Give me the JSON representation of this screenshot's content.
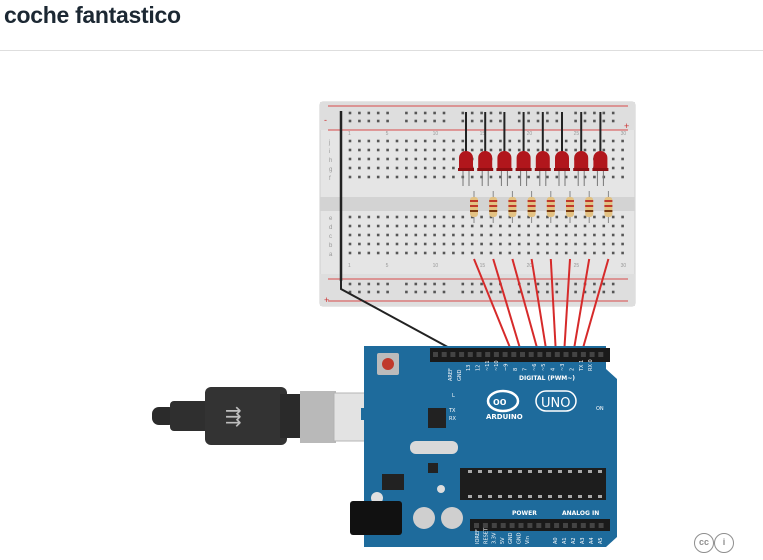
{
  "page": {
    "title": "coche fantastico"
  },
  "breadboard": {
    "row_letters_top": [
      "j",
      "i",
      "h",
      "g",
      "f"
    ],
    "row_letters_bottom": [
      "e",
      "d",
      "c",
      "b",
      "a"
    ],
    "column_numbers": [
      "1",
      "5",
      "10",
      "15",
      "20",
      "25",
      "30"
    ]
  },
  "arduino": {
    "brand": "ARDUINO",
    "model": "UNO",
    "digital_label": "DIGITAL (PWM~)",
    "power_label": "POWER",
    "analog_label": "ANALOG IN",
    "aref": "AREF",
    "gnd": "GND",
    "on_label": "ON",
    "l_label": "L",
    "tx_label": "TX",
    "rx_label": "RX",
    "digital_pins": [
      "13",
      "12",
      "~11",
      "~10",
      "~9",
      "8",
      "7",
      "~6",
      "~5",
      "4",
      "~3",
      "2",
      "TX 1",
      "RX 0"
    ],
    "power_pins": [
      "IOREF",
      "RESET",
      "3.3V",
      "5V",
      "GND",
      "GND",
      "Vin"
    ],
    "analog_pins": [
      "A0",
      "A1",
      "A2",
      "A3",
      "A4",
      "A5"
    ]
  },
  "license": {
    "cc": "cc",
    "by": "i"
  },
  "colors": {
    "board_blue": "#1e6b9c",
    "led_red": "#b1161c",
    "wire_red": "#d62a2a",
    "breadboard": "#e8e8e8"
  }
}
